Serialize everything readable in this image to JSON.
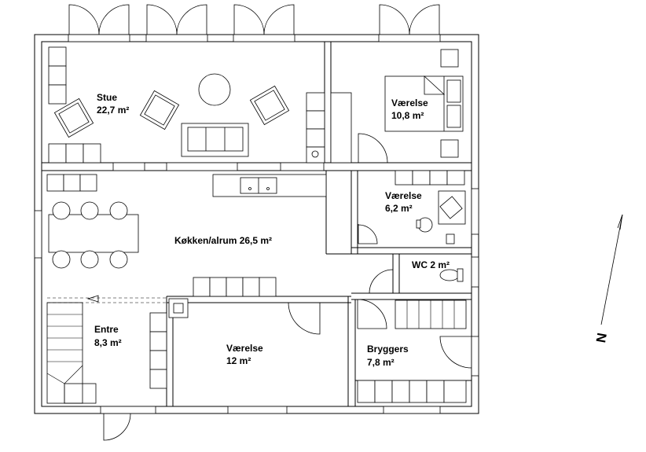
{
  "rooms": [
    {
      "name": "Stue",
      "area": "22,7 m²"
    },
    {
      "name": "Værelse",
      "area": "10,8 m²"
    },
    {
      "name": "Værelse",
      "area": "6,2 m²"
    },
    {
      "name": "WC 2 m²",
      "area": ""
    },
    {
      "name": "Køkken/alrum 26,5 m²",
      "area": ""
    },
    {
      "name": "Entre",
      "area": "8,3 m²"
    },
    {
      "name": "Værelse",
      "area": "12 m²"
    },
    {
      "name": "Bryggers",
      "area": "7,8 m²"
    }
  ],
  "compass": {
    "label": "N"
  }
}
